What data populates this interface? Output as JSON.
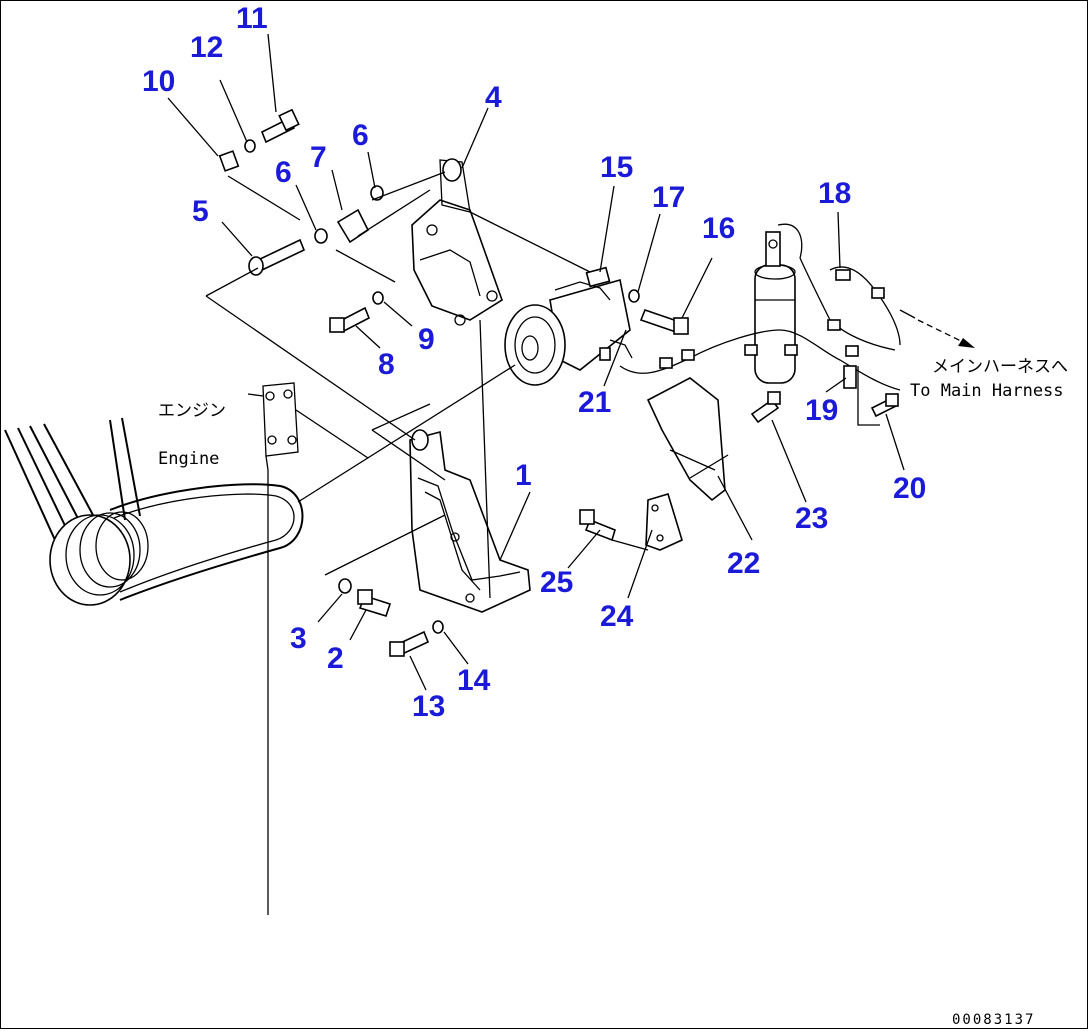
{
  "diagram": {
    "callouts": [
      "1",
      "2",
      "3",
      "4",
      "5",
      "6",
      "6",
      "7",
      "8",
      "9",
      "10",
      "11",
      "12",
      "13",
      "14",
      "15",
      "16",
      "17",
      "18",
      "19",
      "20",
      "21",
      "22",
      "23",
      "24",
      "25"
    ],
    "labels": {
      "engine_jp": "エンジン",
      "engine_en": "Engine",
      "harness_jp": "メインハーネスへ",
      "harness_en": "To Main Harness"
    },
    "drawing_code": "00083137"
  }
}
